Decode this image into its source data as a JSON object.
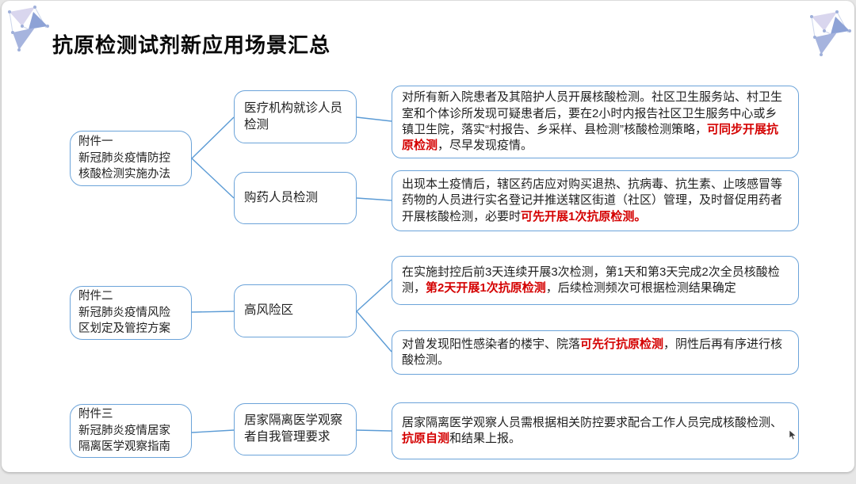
{
  "page": {
    "title": "抗原检测试剂新应用场景汇总"
  },
  "colors": {
    "box_border_blue": "#6BA3D9",
    "connector_blue": "#5B9BD5",
    "highlight_red": "#D40000",
    "title_black": "#0A0A0A",
    "slide_background": "#FFFFFF"
  },
  "icons": {
    "top_left": "triangle-cluster-logo",
    "top_right": "triangle-cluster-logo",
    "pointer": "mouse-cursor"
  },
  "sections": [
    {
      "attachment": "附件一\n新冠肺炎疫情防控\n核酸检测实施办法",
      "nodes": [
        "医疗机构就诊人员检测",
        "购药人员检测"
      ],
      "details": [
        [
          {
            "text": "对所有新入院患者及其陪护人员开展核酸检测。社区卫生服务站、村卫生室和个体诊所发现可疑患者后，要在2小时内报告社区卫生服务中心或乡镇卫生院，落实“村报告、乡采样、县检测”核酸检测策略，",
            "red": false
          },
          {
            "text": "可同步开展抗原检测",
            "red": true
          },
          {
            "text": "，尽早发现疫情。",
            "red": false
          }
        ],
        [
          {
            "text": "出现本土疫情后，辖区药店应对购买退热、抗病毒、抗生素、止咳感冒等药物的人员进行实名登记并推送辖区街道（社区）管理，及时督促用药者开展核酸检测，必要时",
            "red": false
          },
          {
            "text": "可先开展1次抗原检测。",
            "red": true
          }
        ]
      ]
    },
    {
      "attachment": "附件二\n新冠肺炎疫情风险\n区划定及管控方案",
      "nodes": [
        "高风险区"
      ],
      "details": [
        [
          {
            "text": "在实施封控后前3天连续开展3次检测，第1天和第3天完成2次全员核酸检测，",
            "red": false
          },
          {
            "text": "第2天开展1次抗原检测",
            "red": true
          },
          {
            "text": "，后续检测频次可根据检测结果确定",
            "red": false
          }
        ],
        [
          {
            "text": "对曾发现阳性感染者的楼宇、院落",
            "red": false
          },
          {
            "text": "可先行抗原检测",
            "red": true
          },
          {
            "text": "，阴性后再有序进行核酸检测。",
            "red": false
          }
        ]
      ]
    },
    {
      "attachment": "附件三\n新冠肺炎疫情居家\n隔离医学观察指南",
      "nodes": [
        "居家隔离医学观察者自我管理要求"
      ],
      "details": [
        [
          {
            "text": "居家隔离医学观察人员需根据相关防控要求配合工作人员完成核酸检测、",
            "red": false
          },
          {
            "text": "抗原自测",
            "red": true
          },
          {
            "text": "和结果上报。",
            "red": false
          }
        ]
      ]
    }
  ]
}
